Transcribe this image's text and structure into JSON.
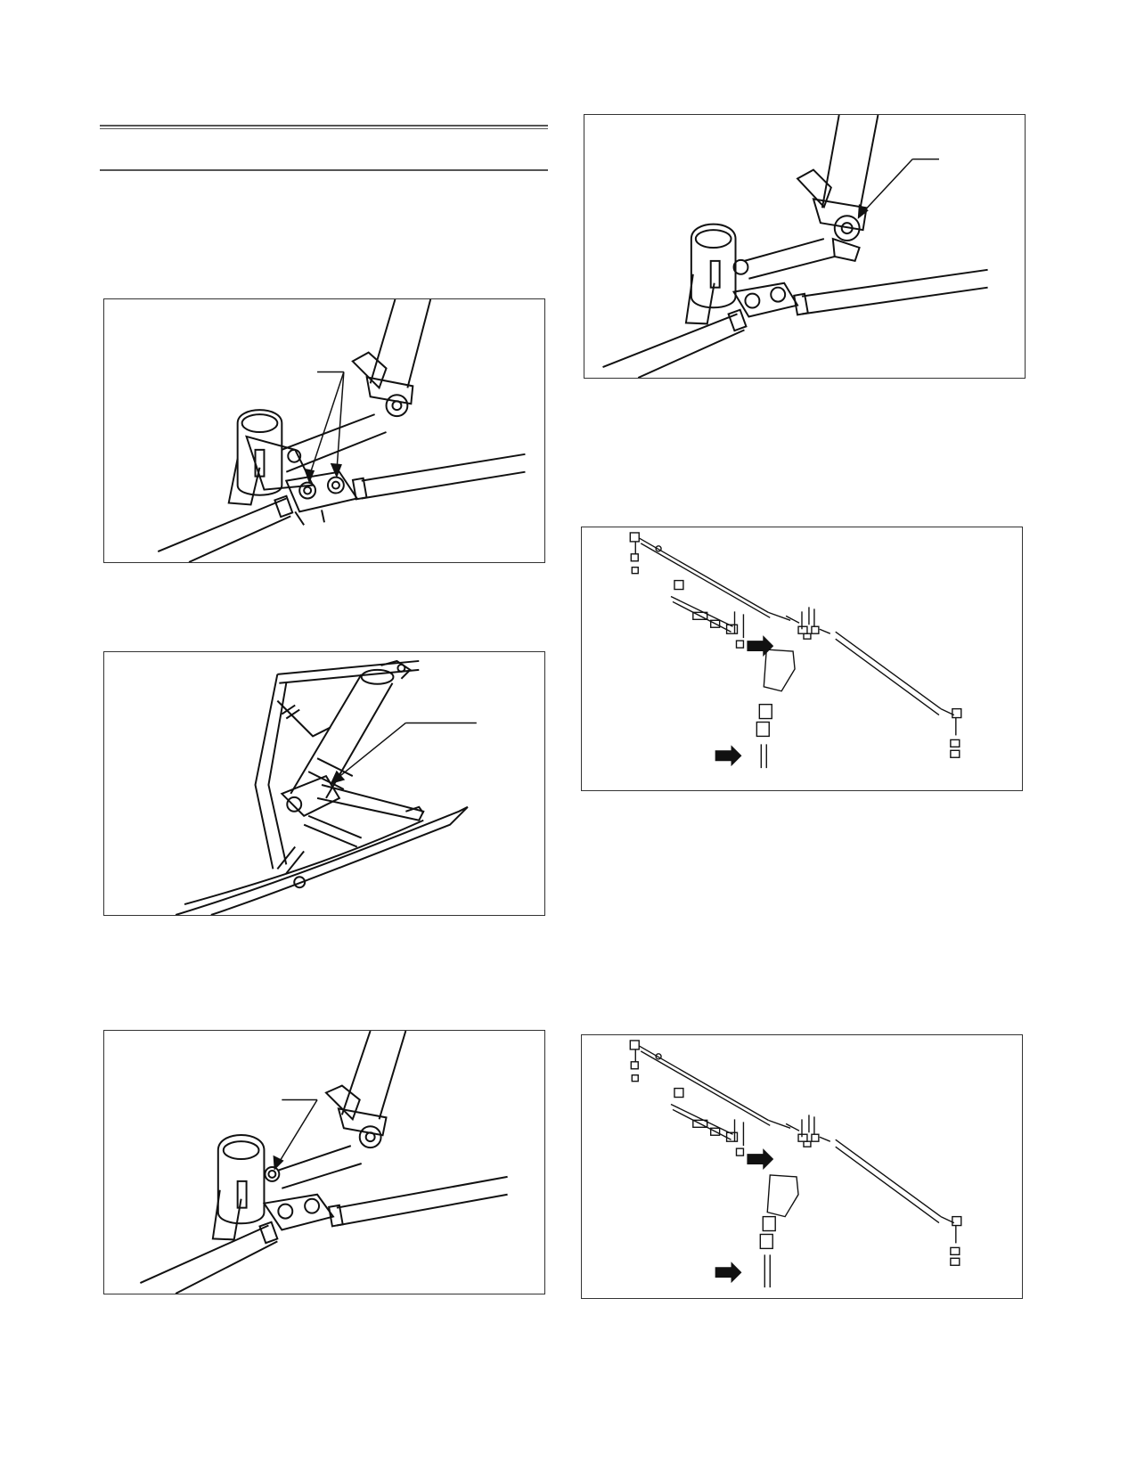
{
  "page": {
    "background": "#ffffff",
    "line_color": "#333333"
  },
  "figures": [
    {
      "id": "fig-1",
      "icon": "tie-rod-bolts-illustration",
      "leader": "callout-with-two-arrows"
    },
    {
      "id": "fig-2",
      "icon": "shock-lower-mount-illustration",
      "leader": "callout-with-one-arrow"
    },
    {
      "id": "fig-3",
      "icon": "steering-arm-bolt-illustration",
      "leader": "callout-with-one-arrow"
    },
    {
      "id": "fig-4",
      "icon": "spindle-bolt-illustration",
      "leader": "callout-with-one-arrow"
    },
    {
      "id": "fig-5",
      "icon": "steering-exploded-view-illustration",
      "arrows": 2
    },
    {
      "id": "fig-6",
      "icon": "steering-exploded-view-illustration",
      "arrows": 2
    }
  ]
}
